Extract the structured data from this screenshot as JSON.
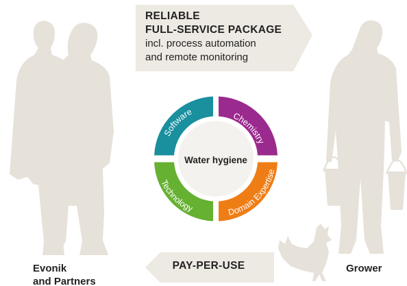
{
  "banner": {
    "title_line1": "RELIABLE",
    "title_line2": "FULL-SERVICE PACKAGE",
    "subtitle_line1": "incl. process automation",
    "subtitle_line2": "and remote monitoring"
  },
  "bottom_arrow": {
    "label": "PAY-PER-USE"
  },
  "wheel": {
    "center_label": "Water hygiene",
    "segments": [
      {
        "label": "Chemistry",
        "color": "#9b2a8e"
      },
      {
        "label": "Domain Expertise",
        "color": "#ef7d16"
      },
      {
        "label": "Technology",
        "color": "#66b032"
      },
      {
        "label": "Software",
        "color": "#1a8f9e"
      }
    ]
  },
  "parties": {
    "left_line1": "Evonik",
    "left_line2": "and Partners",
    "right": "Grower"
  },
  "colors": {
    "silhouette": "#e6e1d9",
    "arrow": "#ede9e3",
    "text": "#222222"
  }
}
